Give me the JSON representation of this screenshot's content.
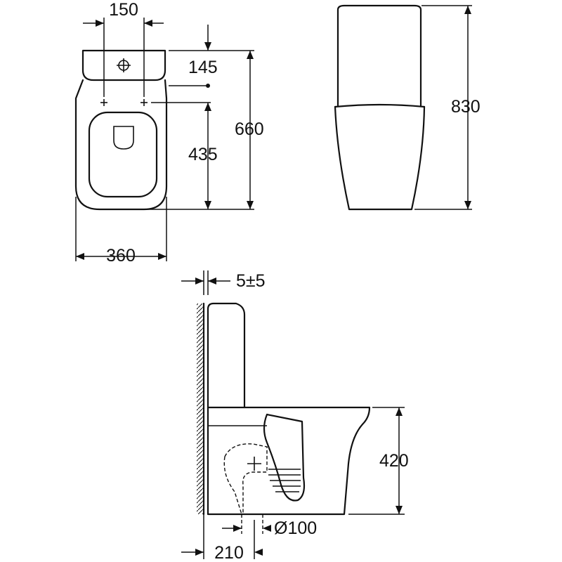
{
  "diagram": {
    "labels": {
      "width_150": "150",
      "depth_145": "145",
      "depth_660": "660",
      "depth_435": "435",
      "width_360": "360",
      "height_830": "830",
      "gap_5": "5±5",
      "height_420": "420",
      "dia_100": "Ø100",
      "offset_210": "210"
    }
  }
}
